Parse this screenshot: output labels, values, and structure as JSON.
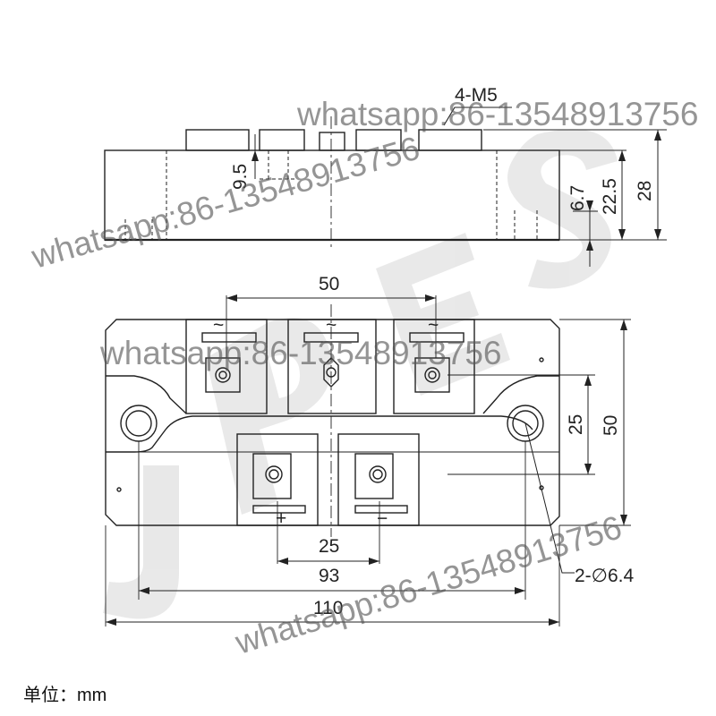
{
  "top_view": {
    "thread_label": "4-M5",
    "dim_9_5": "9.5",
    "dim_6_7": "6.7",
    "dim_22_5": "22.5",
    "dim_28": "28"
  },
  "front_view": {
    "dim_top_50": "50",
    "dim_right_25": "25",
    "dim_right_50": "50",
    "dim_bottom_25": "25",
    "dim_93": "93",
    "dim_110": "110",
    "hole_label": "2-∅6.4",
    "ac_symbols": [
      "~",
      "~",
      "~"
    ],
    "pos_symbol": "+",
    "neg_symbol": "−"
  },
  "unit_label": "单位：mm",
  "watermarks": {
    "wm1": "whatsapp:86-13548913756",
    "wm2": "whatsapp:86-13548913756",
    "wm3": "whatsapp:86-13548913756",
    "wm4": "whatsapp:86-13548913756"
  },
  "logo_text": "JPES"
}
